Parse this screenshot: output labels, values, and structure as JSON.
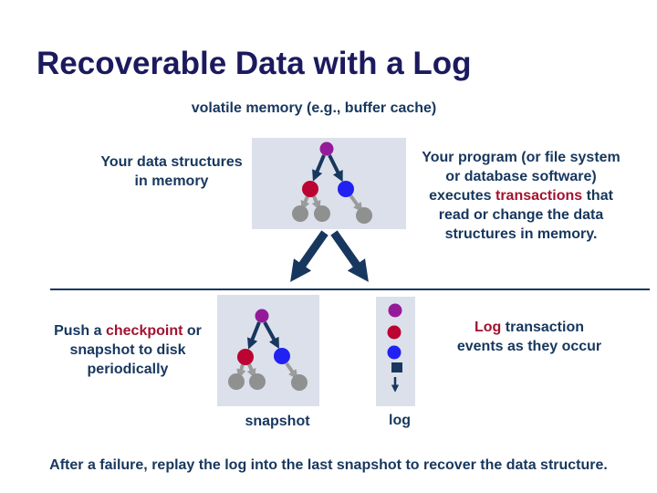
{
  "title": "Recoverable Data with a Log",
  "subtitle": "volatile memory (e.g., buffer cache)",
  "notes": {
    "data_structures": {
      "lines": [
        [
          {
            "t": "Your data structures"
          }
        ],
        [
          {
            "t": "in memory"
          }
        ]
      ]
    },
    "program": {
      "lines": [
        [
          {
            "t": "Your program (or file system"
          }
        ],
        [
          {
            "t": "or database software)"
          }
        ],
        [
          {
            "t": "executes "
          },
          {
            "t": "transactions",
            "accent": true
          },
          {
            "t": " that"
          }
        ],
        [
          {
            "t": "read or change the data"
          }
        ],
        [
          {
            "t": "structures in memory."
          }
        ]
      ]
    },
    "checkpoint": {
      "lines": [
        [
          {
            "t": "Push a "
          },
          {
            "t": "checkpoint",
            "accent": true
          },
          {
            "t": " or"
          }
        ],
        [
          {
            "t": "snapshot to disk"
          }
        ],
        [
          {
            "t": "periodically"
          }
        ]
      ]
    },
    "log_events": {
      "lines": [
        [
          {
            "t": "Log",
            "accent": true
          },
          {
            "t": " transaction"
          }
        ],
        [
          {
            "t": "events as they occur"
          }
        ]
      ]
    },
    "footer": {
      "lines": [
        [
          {
            "t": "After a failure, replay the log into the last snapshot to recover the data structure."
          }
        ]
      ]
    }
  },
  "labels": {
    "snapshot": "snapshot",
    "log": "log"
  },
  "diagrams": {
    "memory_tree_nodes": [
      "purple-root-node",
      "red-child-node",
      "blue-child-node",
      "gray-leaf-node",
      "gray-leaf-node",
      "gray-leaf-node"
    ],
    "snapshot_tree_nodes": [
      "purple-root-node",
      "red-child-node",
      "blue-child-node",
      "gray-leaf-node",
      "gray-leaf-node",
      "gray-leaf-node"
    ],
    "log_items": [
      "purple-event-dot",
      "red-event-dot",
      "blue-event-dot",
      "navy-square-marker",
      "down-arrow"
    ]
  },
  "colors": {
    "title": "#1C1A5E",
    "body": "#17375E",
    "accent": "#A31230",
    "box-fill": "#DCE0EB",
    "node-purple": "#941A99",
    "node-red": "#BB0431",
    "node-blue": "#2121F2",
    "node-gray": "#8F9090",
    "edge-navy": "#17375E",
    "edge-gray": "#9A9B9B"
  }
}
